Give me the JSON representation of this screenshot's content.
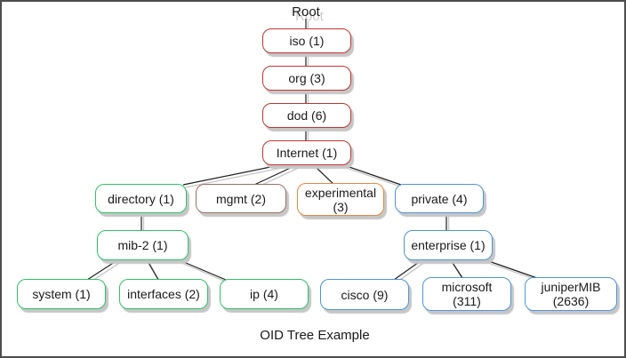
{
  "root_label": "Root",
  "caption": "OID Tree Example",
  "nodes": {
    "iso": {
      "label": "iso (1)",
      "border_color": "#c23531"
    },
    "org": {
      "label": "org (3)",
      "border_color": "#c23531"
    },
    "dod": {
      "label": "dod (6)",
      "border_color": "#c23531"
    },
    "internet": {
      "label": "Internet (1)",
      "border_color": "#c23531"
    },
    "directory": {
      "label": "directory (1)",
      "border_color": "#2fc36a"
    },
    "mgmt": {
      "label": "mgmt (2)",
      "border_color": "#9b6f68"
    },
    "experimental": {
      "label": "experimental (3)",
      "border_color": "#e5883e"
    },
    "private": {
      "label": "private (4)",
      "border_color": "#4e95d9"
    },
    "mib2": {
      "label": "mib-2 (1)",
      "border_color": "#2fc36a"
    },
    "enterprise": {
      "label": "enterprise (1)",
      "border_color": "#4e95d9"
    },
    "system": {
      "label": "system (1)",
      "border_color": "#2fc36a"
    },
    "interfaces": {
      "label": "interfaces (2)",
      "border_color": "#2fc36a"
    },
    "ip": {
      "label": "ip (4)",
      "border_color": "#2fc36a"
    },
    "cisco": {
      "label": "cisco (9)",
      "border_color": "#4e95d9"
    },
    "microsoft": {
      "label": "microsoft (311)",
      "border_color": "#4e95d9"
    },
    "junipermib": {
      "label": "juniperMIB (2636)",
      "border_color": "#4e95d9"
    }
  },
  "colors": {
    "red_branch": "#c23531",
    "green_branch": "#2fc36a",
    "blue_branch": "#4e95d9",
    "orange_branch": "#e5883e",
    "brown_branch": "#9b6f68",
    "connector": "#1f1f1f",
    "drop_shadow": "#c6c6c6",
    "frame_border": "#4d4d4d"
  }
}
